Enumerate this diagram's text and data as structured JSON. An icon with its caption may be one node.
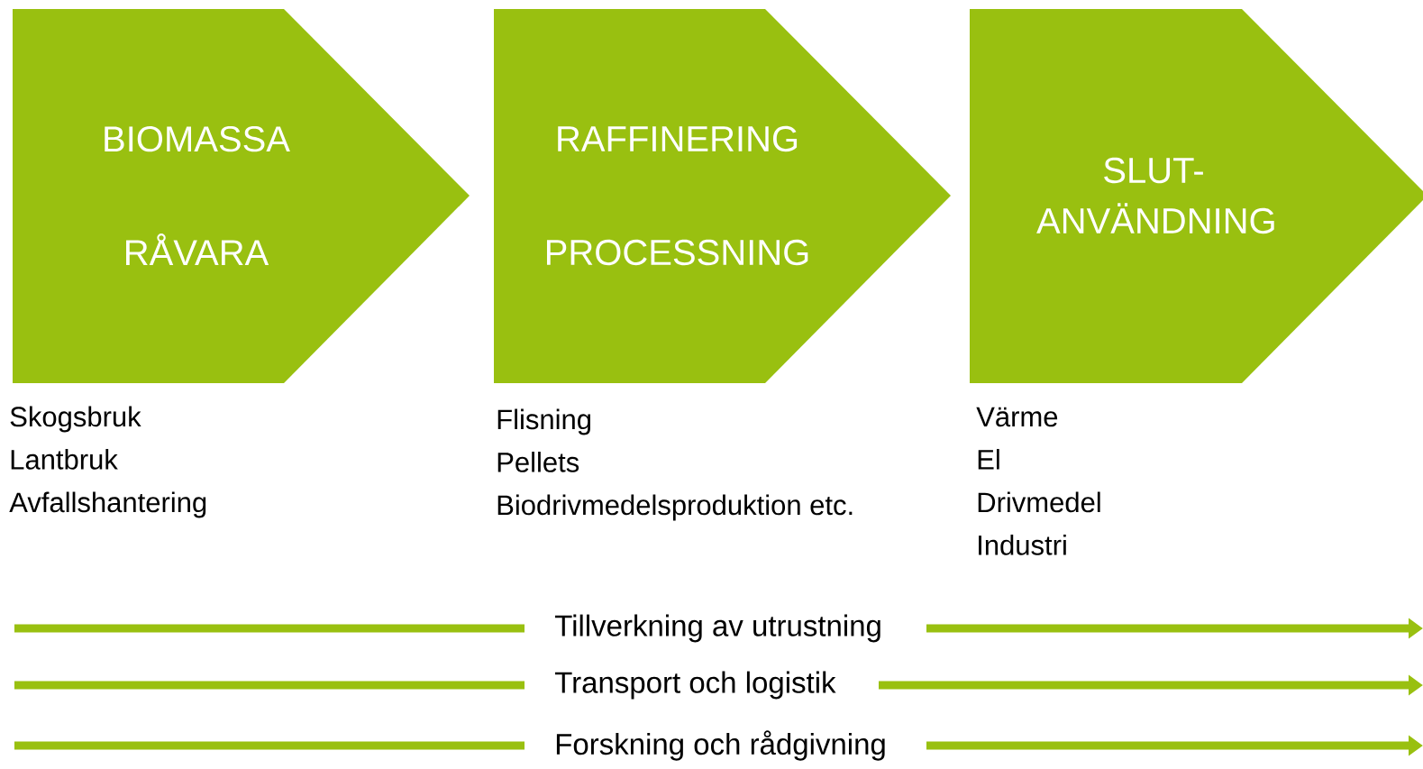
{
  "diagram": {
    "nodes": [
      {
        "text": [
          "BIOMASSA",
          "RÅVARA"
        ],
        "beside": [
          "Skogsbruk",
          "Lantbruk",
          "Avfallshantering"
        ]
      },
      {
        "text": [
          "RAFFINERING",
          "PROCESSNING"
        ],
        "beside": [
          "Flisning",
          "Pellets",
          "Biodrivmedelsproduktion etc."
        ]
      },
      {
        "text": [
          "SLUT- ANVÄNDNING"
        ],
        "beside": [
          "Värme",
          "El",
          "Drivmedel",
          "Industri"
        ]
      },
      {
        "text": [
          "Tillverkning av utrustning"
        ]
      },
      {
        "text": [
          "Transport och logistik"
        ]
      },
      {
        "text": [
          "Forskning och rådgivning"
        ]
      }
    ],
    "edges": [
      {
        "from": null,
        "to": 3,
        "arrow": "none"
      },
      {
        "from": 3,
        "to": null,
        "arrow": "to"
      },
      {
        "from": null,
        "to": 4,
        "arrow": "none"
      },
      {
        "from": 4,
        "to": null,
        "arrow": "to"
      },
      {
        "from": null,
        "to": 5,
        "arrow": "none"
      },
      {
        "from": 5,
        "to": null,
        "arrow": "to"
      }
    ]
  }
}
